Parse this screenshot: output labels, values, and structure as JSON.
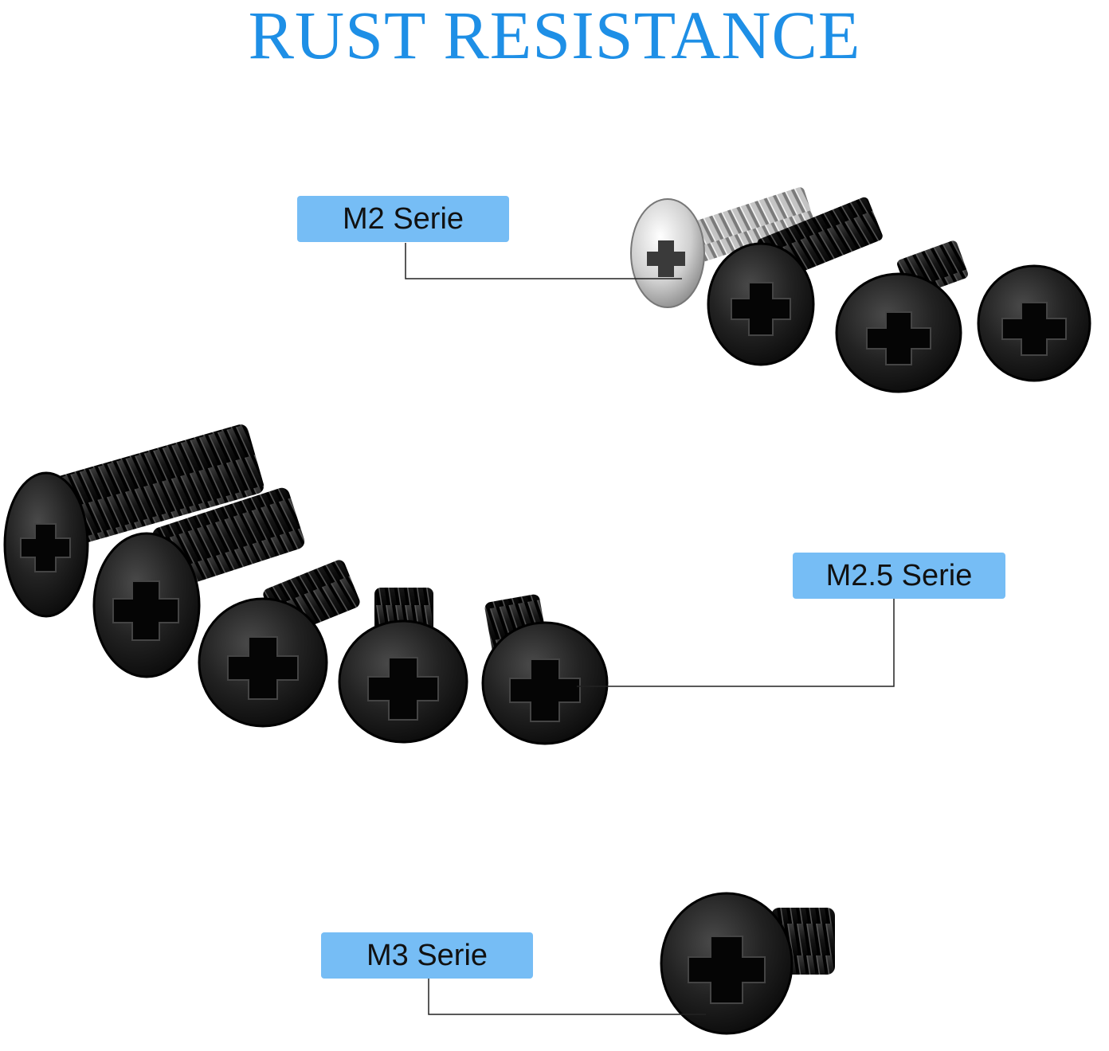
{
  "title": "RUST RESISTANCE",
  "labels": {
    "m2": "M2 Serie",
    "m25": "M2.5 Serie",
    "m3": "M3 Serie"
  },
  "colors": {
    "title": "#1e8fe6",
    "label_bg": "#76bdf5",
    "screw_black": "#161616",
    "screw_silver": "#c8c8c8"
  }
}
